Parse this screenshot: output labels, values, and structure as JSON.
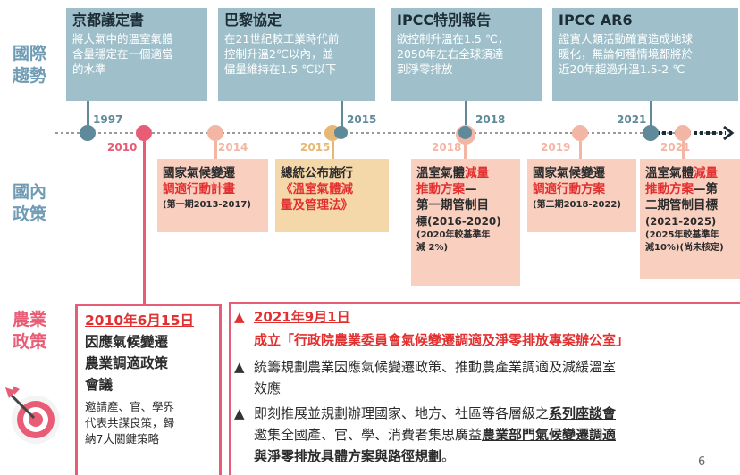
{
  "row_labels": {
    "international": [
      "國際",
      "趨勢"
    ],
    "domestic": [
      "國內",
      "政策"
    ],
    "agriculture": [
      "農業",
      "政策"
    ]
  },
  "international_events": [
    {
      "title": "京都議定書",
      "body": [
        "將大氣中的溫室氣體",
        "含量穩定在一個適當",
        "的水準"
      ]
    },
    {
      "title": "巴黎協定",
      "body": [
        "在21世紀較工業時代前",
        "控制升溫2℃以內，並",
        "儘量維持在1.5 ℃以下"
      ]
    },
    {
      "title": "IPCC特別報告",
      "body": [
        "欲控制升溫在1.5 ℃，",
        "2050年左右全球須達",
        "到淨零排放"
      ]
    },
    {
      "title": "IPCC AR6",
      "body": [
        "證實人類活動確實造成地球",
        "暖化，無論何種情境都將於",
        "近20年超過升溫1.5-2 ℃"
      ]
    }
  ],
  "timeline_years": {
    "y1997": "1997",
    "y2010": "2010",
    "y2014": "2014",
    "y2015_top": "2015",
    "y2015_bottom": "2015",
    "y2018_top": "2018",
    "y2018_bottom": "2018",
    "y2019": "2019",
    "y2021_top": "2021",
    "y2021_bottom": "2021"
  },
  "domestic_policies": [
    {
      "line1": "國家氣候變遷",
      "line2": "調適行動計畫",
      "sub": [
        "(第一期2013-2017)"
      ]
    },
    {
      "line1": "總統公布施行",
      "line2": "《溫室氣體減",
      "line3": "量及管理法》"
    },
    {
      "line1a": "溫室氣體",
      "line1b": "減量",
      "line2": "推動方案",
      "line2b": "—",
      "line3": "第一期管制目",
      "line4": "標(2016-2020)",
      "sub": [
        "(2020年較基準年",
        "減 2%)"
      ]
    },
    {
      "line1": "國家氣候變遷",
      "line2": "調適行動方案",
      "sub": [
        "(第二期2018-2022)"
      ]
    },
    {
      "line1a": "溫室氣體",
      "line1b": "減量",
      "line2": "推動方案",
      "line2b": "—第",
      "line3": "二期管制目標",
      "line4": "(2021-2025)",
      "sub": [
        "(2025年較基準年",
        "減10%)(尚未核定)"
      ]
    }
  ],
  "agri_2010": {
    "date": "2010年6月15日",
    "title": [
      "因應氣候變遷",
      "農業調適政策",
      "會議"
    ],
    "body": [
      "邀請產、官、學界",
      "代表共謀良策，歸",
      "納7大關鍵策略"
    ]
  },
  "agri_2021": {
    "date": "2021年9月1日",
    "line1": "成立「行政院農業委員會氣候變遷調適及淨零排放專案辦公室」",
    "bullet2": [
      "統籌規劃農業因應氣候變遷政策、推動農產業調適及減緩溫室",
      "效應"
    ],
    "bullet3_a": "即刻推展並規劃辦理國家、地方、社區等各層級之",
    "bullet3_b": "系列座談會",
    "bullet3_c": "邀集全國產、官、學、消費者集思廣益",
    "bullet3_d": "農業部門氣候變遷調適",
    "bullet3_e": "與淨零排放具體方案與路徑規劃",
    "bullet3_f": "。"
  },
  "page_number": "6",
  "icon": "target-arrow-icon",
  "colors": {
    "teal": "#5f8a9a",
    "intl_box": "#9fc0cb",
    "label_blue": "#6f9cb4",
    "pink": "#e85c75",
    "peach": "#f4b6a4",
    "peach_light": "#f9cfc0",
    "gold": "#e6b876",
    "gold_light": "#f5d8aa",
    "red": "#e23030"
  }
}
